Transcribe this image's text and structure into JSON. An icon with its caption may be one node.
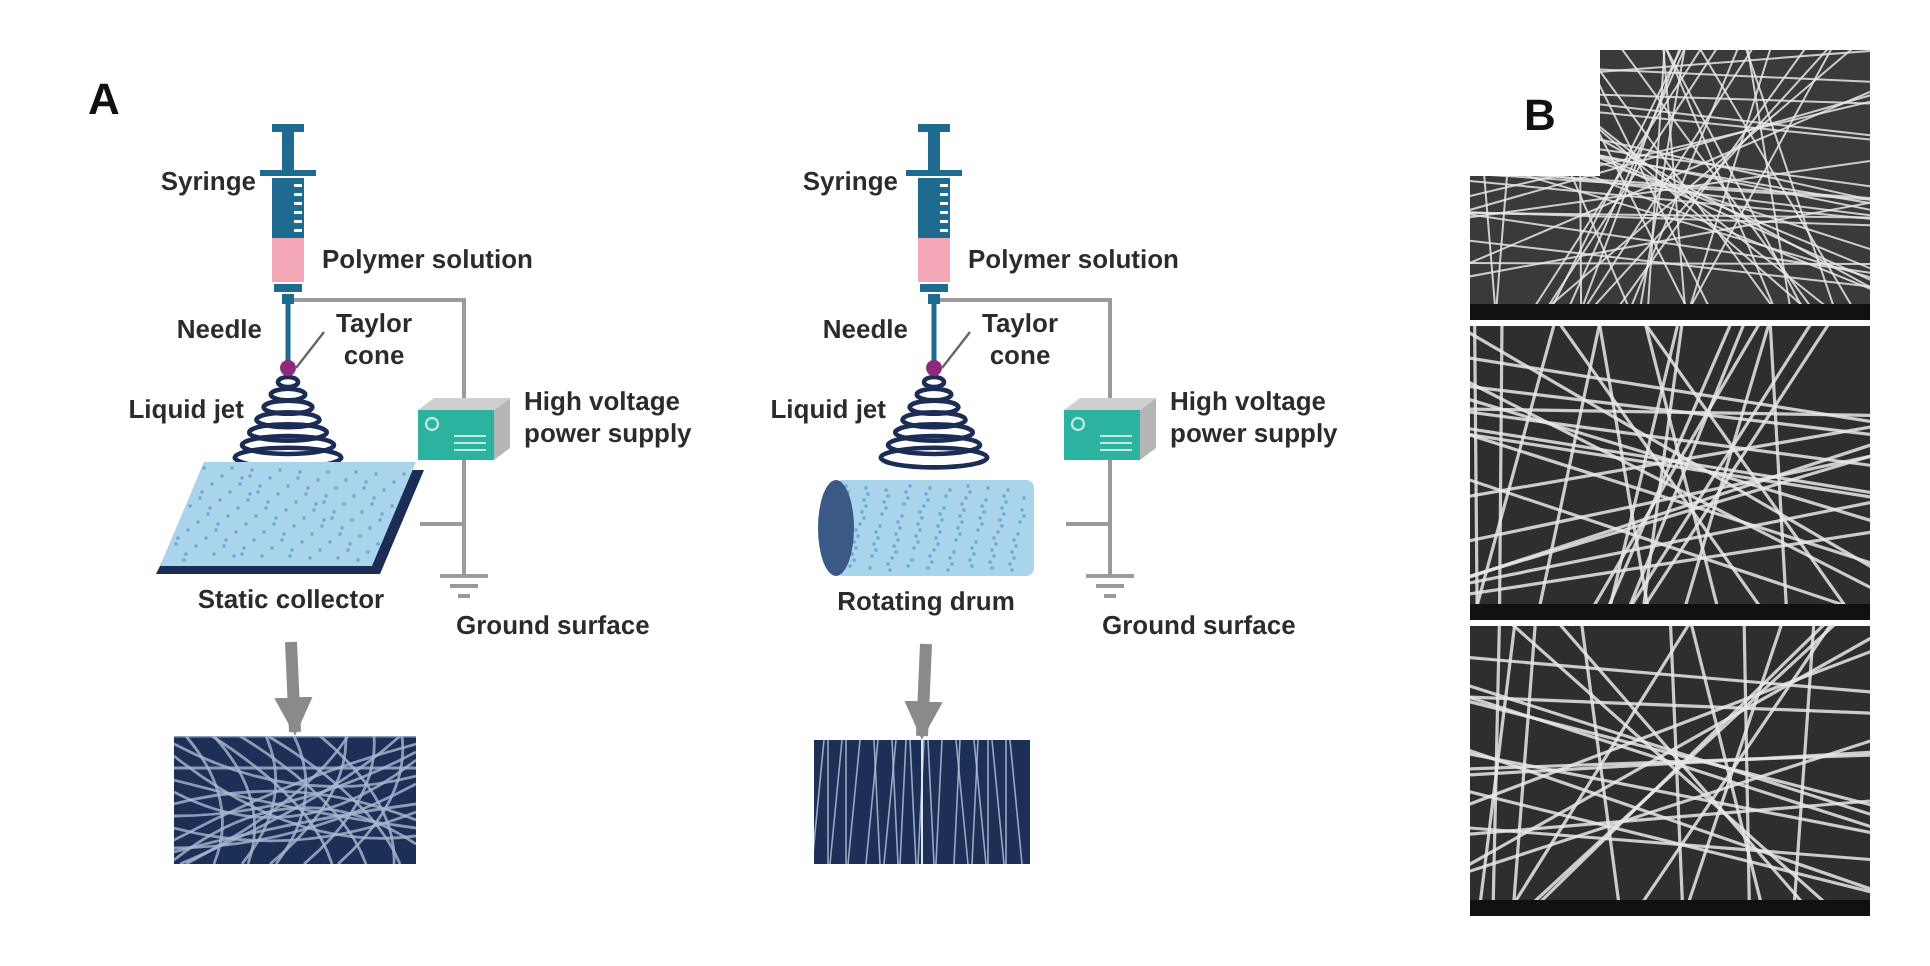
{
  "diagram": {
    "nodes": [
      {
        "text": [
          "Taylor cone"
        ]
      },
      {
        "text": [],
        "shape": "circle"
      },
      {
        "text": [
          "Static collector"
        ]
      },
      {
        "text": [],
        "shape": "picture"
      },
      {
        "text": [
          "Taylor cone"
        ]
      },
      {
        "text": [],
        "shape": "circle"
      },
      {
        "text": [
          "Rotating drum"
        ]
      },
      {
        "text": [],
        "shape": "picture"
      }
    ],
    "edges": [
      {
        "from": 0,
        "to": 1,
        "arrow": "none"
      },
      {
        "from": 2,
        "to": 3,
        "arrow": "to",
        "style": "thick",
        "color": "#8a8a8a"
      },
      {
        "from": 4,
        "to": 5,
        "arrow": "none"
      },
      {
        "from": 6,
        "to": 7,
        "arrow": "to",
        "style": "thick",
        "color": "#8a8a8a"
      }
    ],
    "labels": [
      "A",
      "Syringe",
      "Polymer solution",
      "Needle",
      "Liquid jet",
      "High voltage power supply",
      "Ground surface",
      "Syringe",
      "Polymer solution",
      "Needle",
      "Liquid jet",
      "High voltage power supply",
      "Ground surface",
      "B"
    ]
  }
}
